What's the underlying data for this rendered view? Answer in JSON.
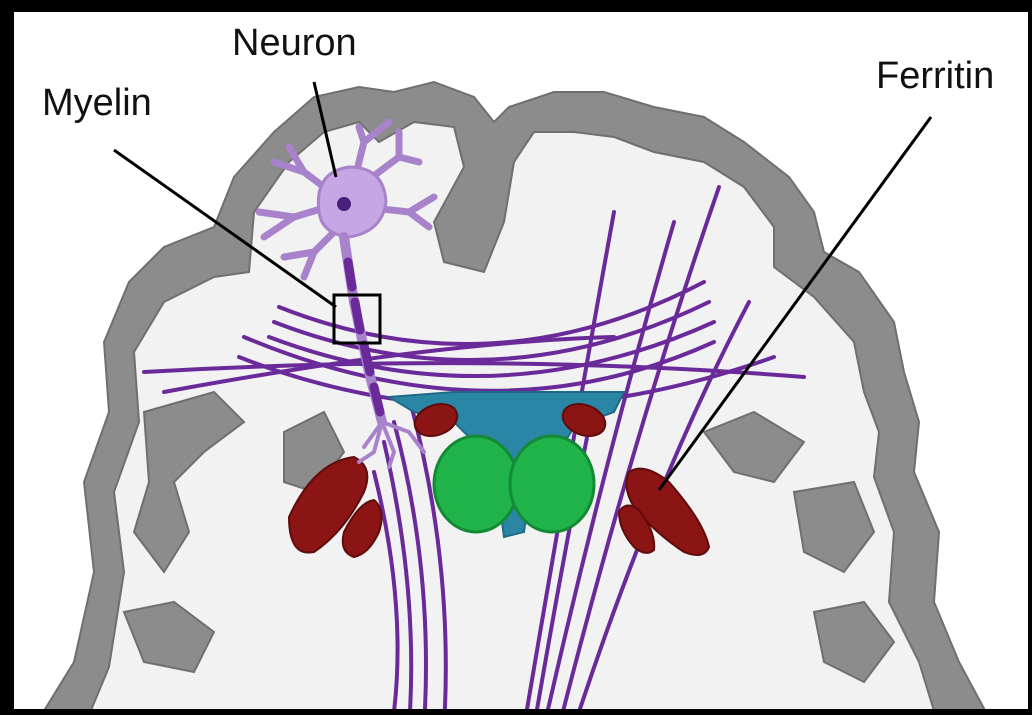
{
  "labels": {
    "neuron": "Neuron",
    "myelin": "Myelin",
    "ferritin": "Ferritin"
  },
  "colors": {
    "cortex_gray": "#8c8c8c",
    "cortex_stroke": "#6f6f6f",
    "white_matter": "#f2f2f2",
    "fiber_purple": "#6a2a9a",
    "neuron_lavender": "#c7a6e6",
    "neuron_nucleus": "#4a1f7a",
    "ventricle_blue": "#2b86a6",
    "thalamus_green": "#1fb34a",
    "ferritin_red": "#8b1414"
  }
}
